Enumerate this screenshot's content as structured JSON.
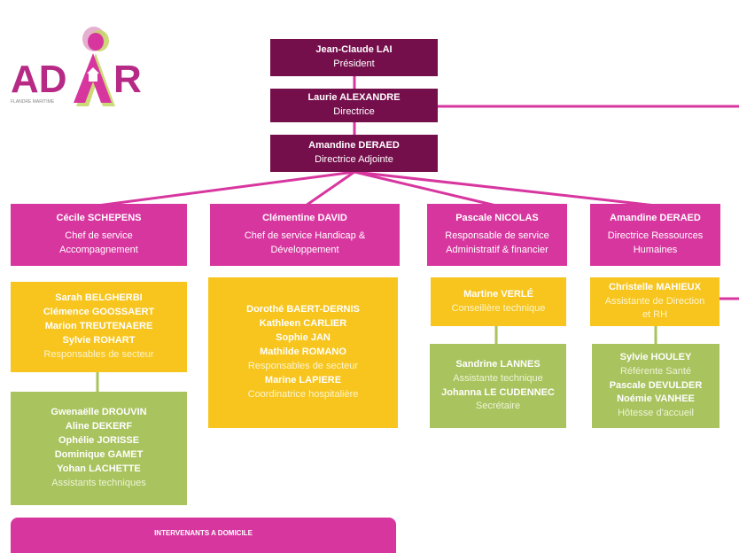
{
  "logo": {
    "text_left": "AD",
    "text_right": "R",
    "tagline": "FLANDRE MARITIME"
  },
  "top": {
    "president": {
      "name": "Jean-Claude LAI",
      "role": "Président"
    },
    "director": {
      "name": "Laurie ALEXANDRE",
      "role": "Directrice"
    },
    "deputy": {
      "name": "Amandine DERAED",
      "role": "Directrice Adjointe"
    }
  },
  "heads": [
    {
      "name": "Cécile SCHEPENS",
      "role": "Chef de service Accompagnement"
    },
    {
      "name": "Clémentine DAVID",
      "role": "Chef de service Handicap & Développement"
    },
    {
      "name": "Pascale NICOLAS",
      "role": "Responsable de service Administratif & financier"
    },
    {
      "name": "Amandine DERAED",
      "role": "Directrice Ressources Humaines"
    }
  ],
  "col1": {
    "yellow": {
      "names": [
        "Sarah BELGHERBI",
        "Clémence GOOSSAERT",
        "Marion TREUTENAERE",
        "Sylvie ROHART"
      ],
      "role": "Responsables de secteur"
    },
    "green": {
      "names": [
        "Gwenaëlle DROUVIN",
        "Aline DEKERF",
        "Ophélie JORISSE",
        "Dominique GAMET",
        "Yohan LACHETTE"
      ],
      "role": "Assistants techniques"
    }
  },
  "col2": {
    "yellow": {
      "names": [
        "Dorothé BAERT-DERNIS",
        "Kathleen CARLIER",
        "Sophie JAN",
        "Mathilde ROMANO"
      ],
      "role": "Responsables de secteur",
      "name2": "Marine LAPIERE",
      "role2": "Coordinatrice hospitalière"
    }
  },
  "col3": {
    "yellow": {
      "name": "Martine VERLÉ",
      "role": "Conseillère technique"
    },
    "green": {
      "name1": "Sandrine LANNES",
      "role1": "Assistante technique",
      "name2": "Johanna LE CUDENNEC",
      "role2": "Secrétaire"
    }
  },
  "col4": {
    "yellow": {
      "name": "Christelle MAHIEUX",
      "role": "Assistante de Direction et RH"
    },
    "green": {
      "name1": "Sylvie HOULEY",
      "role1": "Référente Santé",
      "name2": "Pascale DEVULDER",
      "name3": "Noémie VANHEE",
      "role2": "Hôtesse d'accueil"
    }
  },
  "footer": {
    "label": "INTERVENANTS A DOMICILE"
  },
  "colors": {
    "dark": "#750f4c",
    "magenta": "#d8369f",
    "yellow": "#f7c51e",
    "green": "#a9c35e"
  }
}
